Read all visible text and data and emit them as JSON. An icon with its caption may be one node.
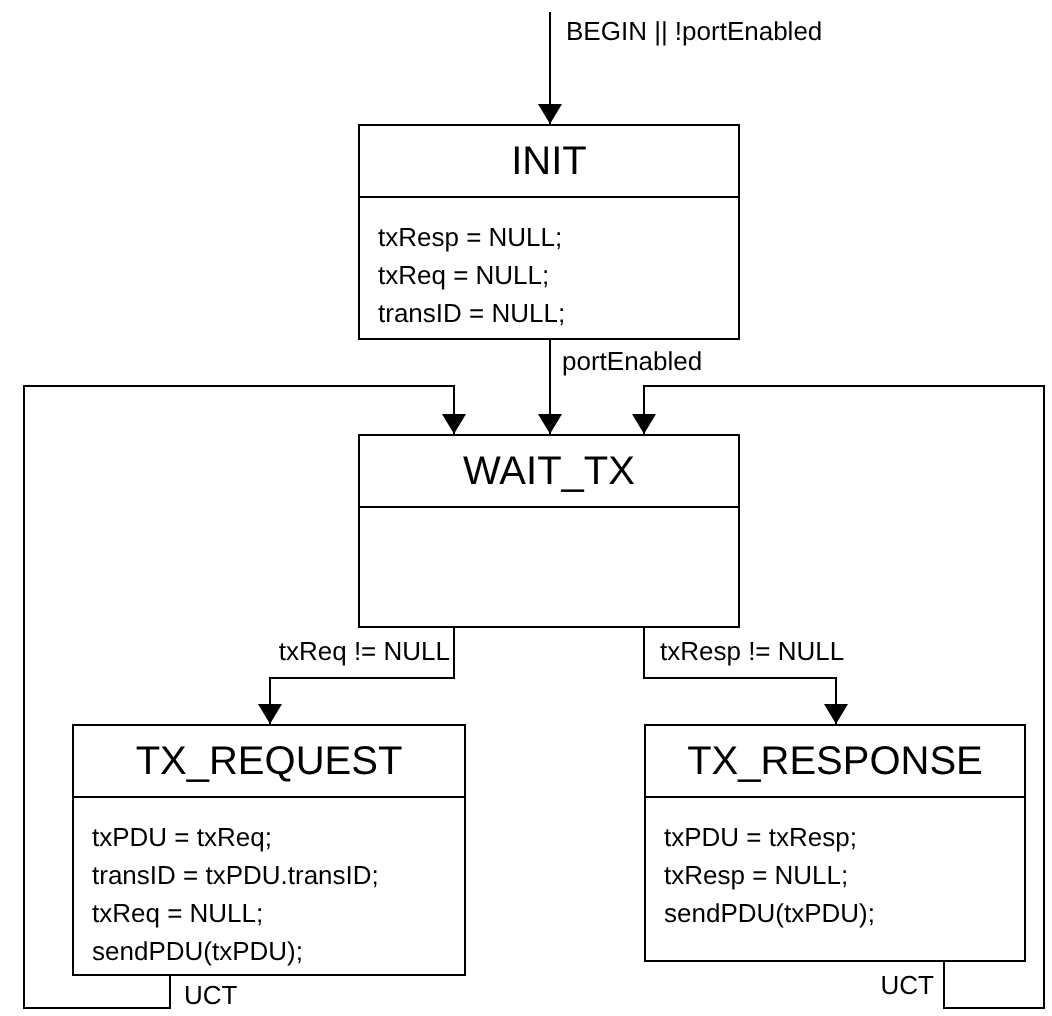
{
  "diagram": {
    "nodes": [
      {
        "text": [
          "INIT",
          "txResp = NULL; txReq = NULL; transID = NULL;"
        ]
      },
      {
        "text": [
          "WAIT_TX"
        ]
      },
      {
        "text": [
          "TX_REQUEST",
          "txPDU = txReq; transID = txPDU.transID; txReq = NULL; sendPDU(txPDU);"
        ]
      },
      {
        "text": [
          "TX_RESPONSE",
          "txPDU = txResp; txResp = NULL; sendPDU(txPDU);"
        ]
      }
    ],
    "edges": [
      {
        "from": null,
        "to": 0,
        "arrow": "to",
        "label": "BEGIN || !portEnabled"
      },
      {
        "from": 0,
        "to": 1,
        "arrow": "to",
        "label": "portEnabled"
      },
      {
        "from": 1,
        "to": 2,
        "arrow": "to",
        "label": "txReq != NULL"
      },
      {
        "from": 1,
        "to": 3,
        "arrow": "to",
        "label": "txResp != NULL"
      },
      {
        "from": 2,
        "to": 1,
        "arrow": "to",
        "label": "UCT"
      },
      {
        "from": 3,
        "to": 1,
        "arrow": "to",
        "label": "UCT"
      }
    ]
  }
}
